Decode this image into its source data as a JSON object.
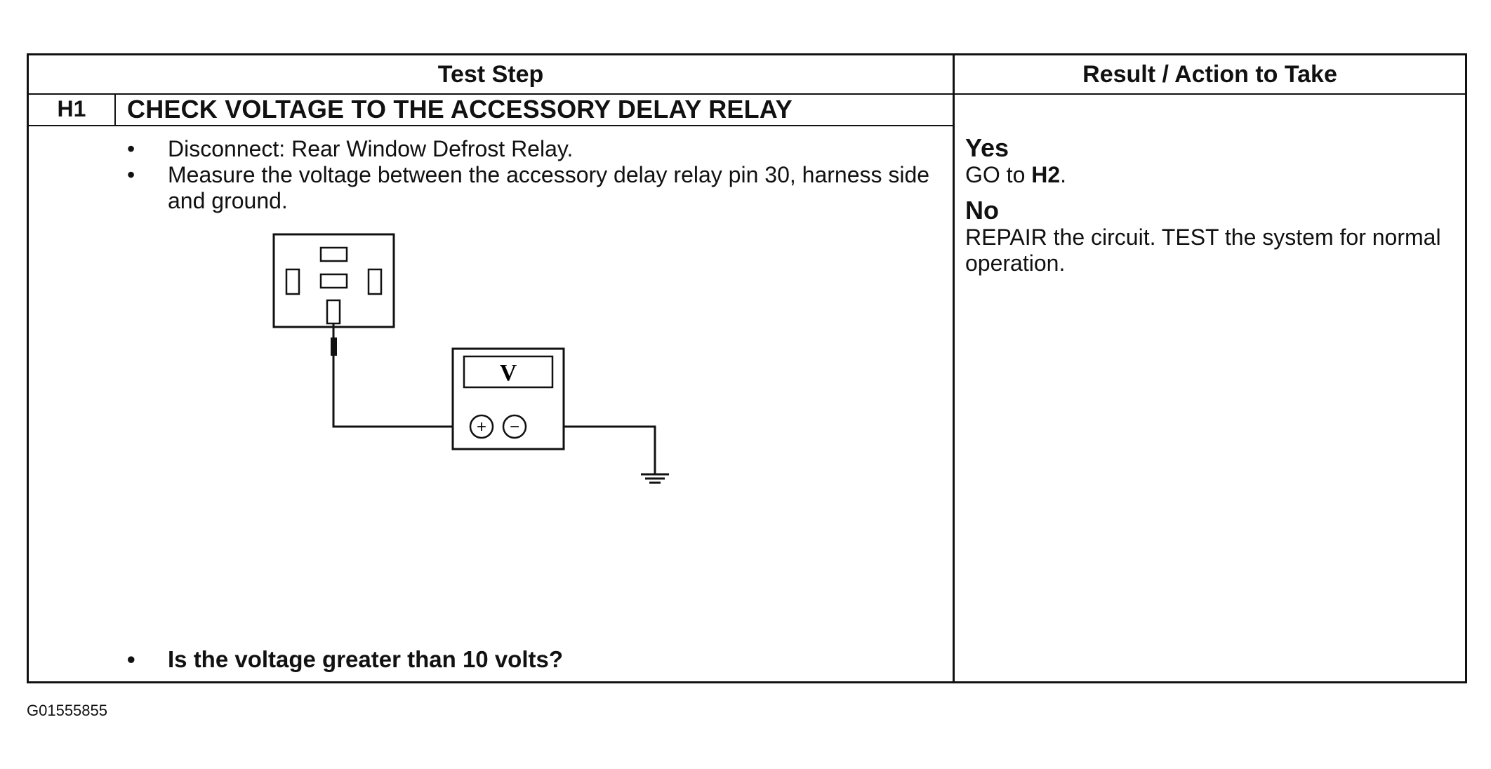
{
  "table": {
    "header_left": "Test Step",
    "header_right": "Result / Action to Take",
    "step_code": "H1",
    "step_title": "CHECK VOLTAGE TO THE ACCESSORY DELAY RELAY",
    "bullets": [
      "Disconnect: Rear Window Defrost Relay.",
      "Measure the voltage between the accessory delay relay pin 30, harness side and ground."
    ],
    "question": "Is the voltage greater than 10 volts?",
    "bullet_symbol": "•"
  },
  "result": {
    "yes_label": "Yes",
    "yes_action_prefix": "GO to ",
    "yes_action_target": "H2",
    "yes_action_suffix": ".",
    "no_label": "No",
    "no_action": "REPAIR the circuit. TEST the system for normal operation."
  },
  "diagram": {
    "meter_label": "V",
    "plus_symbol": "+",
    "minus_symbol": "−"
  },
  "figure_id": "G01555855"
}
